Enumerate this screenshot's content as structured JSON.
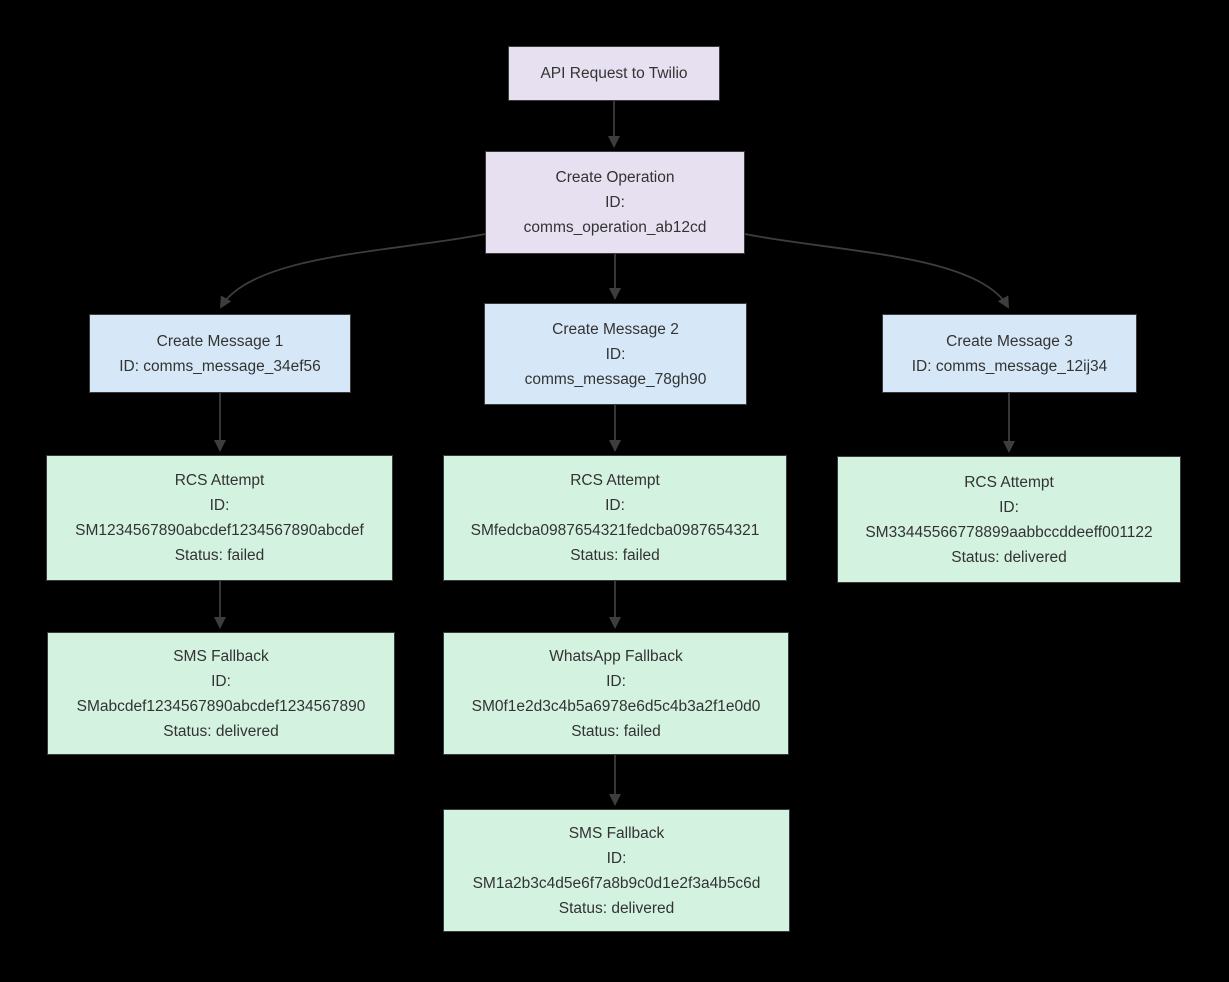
{
  "diagram": {
    "type": "flowchart",
    "direction": "top-down",
    "colors": {
      "background": "#000000",
      "node_purple": "#E6E0F0",
      "node_blue": "#D6E8F7",
      "node_green": "#D3F2E0",
      "node_border": "#3A3A3A",
      "edge": "#3D3D3D",
      "text": "#333333"
    },
    "nodes": {
      "api_request": {
        "lines": [
          "API Request to Twilio"
        ]
      },
      "create_operation": {
        "lines": [
          "Create Operation",
          "ID:",
          "comms_operation_ab12cd"
        ]
      },
      "create_message_1": {
        "lines": [
          "Create Message 1",
          "ID: comms_message_34ef56"
        ]
      },
      "create_message_2": {
        "lines": [
          "Create Message 2",
          "ID:",
          "comms_message_78gh90"
        ]
      },
      "create_message_3": {
        "lines": [
          "Create Message 3",
          "ID: comms_message_12ij34"
        ]
      },
      "rcs_attempt_1": {
        "lines": [
          "RCS Attempt",
          "ID:",
          "SM1234567890abcdef1234567890abcdef",
          "Status: failed"
        ]
      },
      "rcs_attempt_2": {
        "lines": [
          "RCS Attempt",
          "ID:",
          "SMfedcba0987654321fedcba0987654321",
          "Status: failed"
        ]
      },
      "rcs_attempt_3": {
        "lines": [
          "RCS Attempt",
          "ID:",
          "SM33445566778899aabbccddeeff001122",
          "Status: delivered"
        ]
      },
      "sms_fallback_1": {
        "lines": [
          "SMS Fallback",
          "ID:",
          "SMabcdef1234567890abcdef1234567890",
          "Status: delivered"
        ]
      },
      "whatsapp_fallback": {
        "lines": [
          "WhatsApp Fallback",
          "ID:",
          "SM0f1e2d3c4b5a6978e6d5c4b3a2f1e0d0",
          "Status: failed"
        ]
      },
      "sms_fallback_2": {
        "lines": [
          "SMS Fallback",
          "ID:",
          "SM1a2b3c4d5e6f7a8b9c0d1e2f3a4b5c6d",
          "Status: delivered"
        ]
      }
    },
    "edges": [
      {
        "from": "api_request",
        "to": "create_operation"
      },
      {
        "from": "create_operation",
        "to": "create_message_1"
      },
      {
        "from": "create_operation",
        "to": "create_message_2"
      },
      {
        "from": "create_operation",
        "to": "create_message_3"
      },
      {
        "from": "create_message_1",
        "to": "rcs_attempt_1"
      },
      {
        "from": "create_message_2",
        "to": "rcs_attempt_2"
      },
      {
        "from": "create_message_3",
        "to": "rcs_attempt_3"
      },
      {
        "from": "rcs_attempt_1",
        "to": "sms_fallback_1"
      },
      {
        "from": "rcs_attempt_2",
        "to": "whatsapp_fallback"
      },
      {
        "from": "whatsapp_fallback",
        "to": "sms_fallback_2"
      }
    ]
  }
}
